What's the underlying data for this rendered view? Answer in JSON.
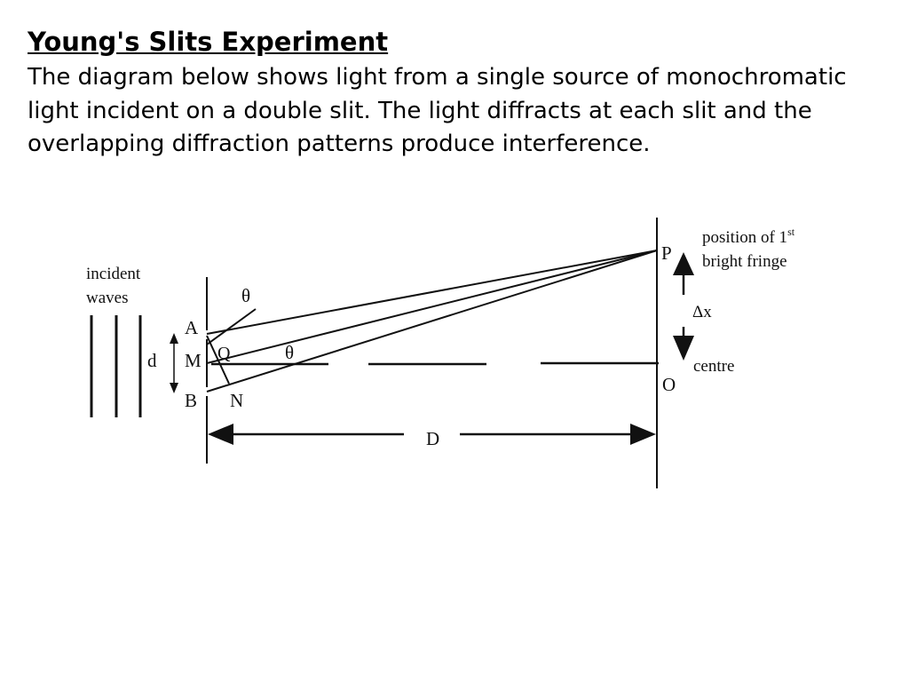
{
  "slide": {
    "title": "Young's Slits Experiment",
    "body": "The diagram below shows light from a single source of monochromatic light incident on a double slit. The light diffracts at each slit and the overlapping diffraction patterns produce interference."
  },
  "diagram": {
    "incident_label_line1": "incident",
    "incident_label_line2": "waves",
    "label_theta_upper": "θ",
    "label_theta_lower": "θ",
    "label_A": "A",
    "label_M": "M",
    "label_Q": "Q",
    "label_B": "B",
    "label_N": "N",
    "label_d": "d",
    "label_P": "P",
    "label_O": "O",
    "label_D": "D",
    "label_delta_x": "Δx",
    "label_centre": "centre",
    "label_position_of": "position of 1",
    "label_superscript": "st",
    "label_bright_fringe": "bright fringe"
  }
}
